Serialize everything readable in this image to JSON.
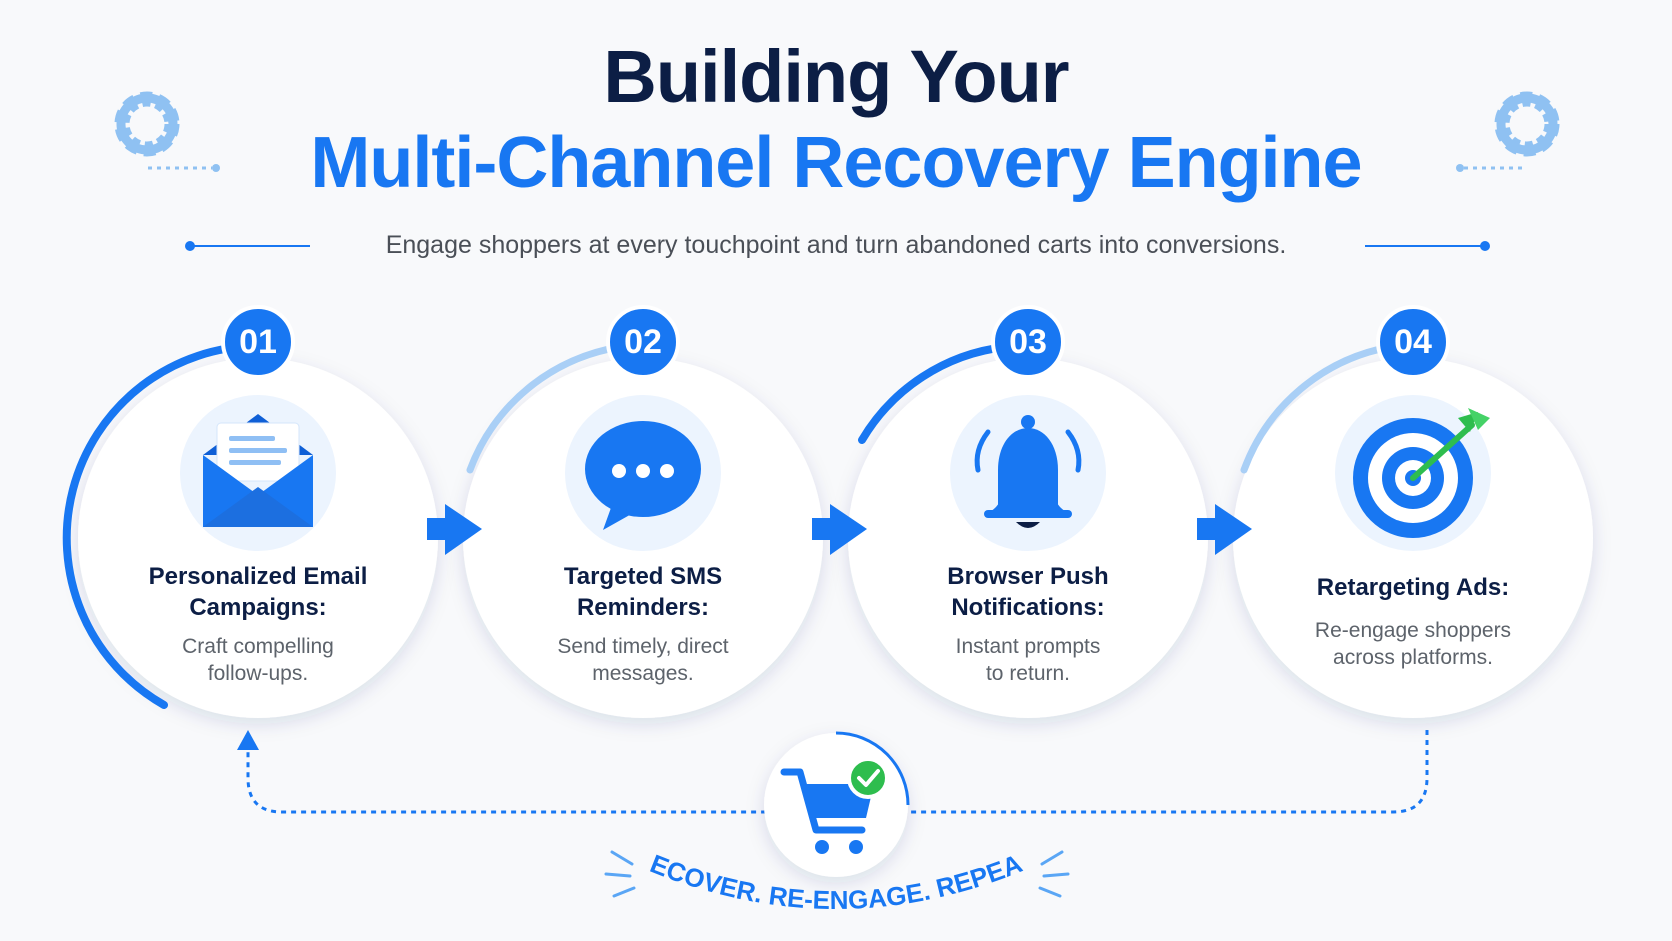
{
  "header": {
    "title_line1": "Building Your",
    "title_line2": "Multi-Channel Recovery Engine",
    "subtitle": "Engage shoppers at every touchpoint and turn abandoned carts into conversions."
  },
  "steps": [
    {
      "number": "01",
      "title_line1": "Personalized Email",
      "title_line2": "Campaigns:",
      "desc_line1": "Craft compelling",
      "desc_line2": "follow-ups.",
      "icon": "envelope-icon"
    },
    {
      "number": "02",
      "title_line1": "Targeted SMS",
      "title_line2": "Reminders:",
      "desc_line1": "Send timely, direct",
      "desc_line2": "messages.",
      "icon": "chat-bubble-icon"
    },
    {
      "number": "03",
      "title_line1": "Browser Push",
      "title_line2": "Notifications:",
      "desc_line1": "Instant prompts",
      "desc_line2": "to return.",
      "icon": "bell-icon"
    },
    {
      "number": "04",
      "title_line1": "Retargeting Ads:",
      "title_line2": "",
      "desc_line1": "Re-engage shoppers",
      "desc_line2": "across platforms.",
      "icon": "target-icon"
    }
  ],
  "loop": {
    "slogan": "RECOVER. RE-ENGAGE. REPEAT.",
    "icon": "shopping-cart-check-icon"
  },
  "colors": {
    "navy": "#0c1e45",
    "primary": "#1877f2",
    "light_blue": "#9ec8f5",
    "green": "#2ebd4e",
    "text_gray": "#5d636b"
  }
}
